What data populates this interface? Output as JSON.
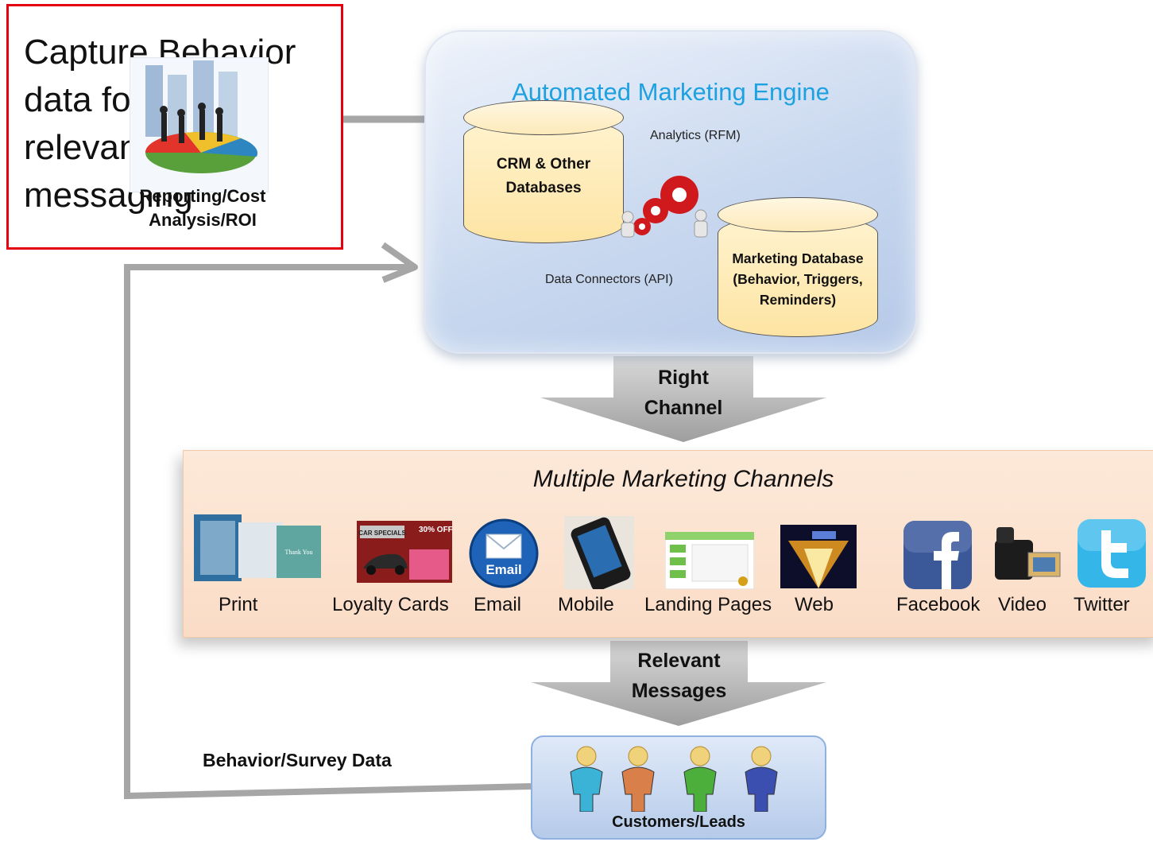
{
  "callout": {
    "text_lines": [
      "Capture Behavior",
      "data for",
      "relevant",
      "messaging"
    ],
    "report_label_line1": "Reporting/Cost",
    "report_label_line2": "Analysis/ROI"
  },
  "engine": {
    "title": "Automated Marketing Engine",
    "crm_db_line1": "CRM & Other",
    "crm_db_line2": "Databases",
    "marketing_db_line1": "Marketing Database",
    "marketing_db_line2": "(Behavior, Triggers,",
    "marketing_db_line3": "Reminders)",
    "analytics_label": "Analytics (RFM)",
    "connectors_label": "Data Connectors (API)"
  },
  "arrows": {
    "right_channel_line1": "Right",
    "right_channel_line2": "Channel",
    "relevant_messages_line1": "Relevant",
    "relevant_messages_line2": "Messages"
  },
  "channels": {
    "title": "Multiple Marketing Channels",
    "items": [
      {
        "label": "Print",
        "icon": "print-brochures-icon"
      },
      {
        "label": "Loyalty Cards",
        "icon": "loyalty-card-icon"
      },
      {
        "label": "Email",
        "icon": "email-icon"
      },
      {
        "label": "Mobile",
        "icon": "mobile-phone-icon"
      },
      {
        "label": "Landing Pages",
        "icon": "landing-page-icon"
      },
      {
        "label": "Web",
        "icon": "web-icon"
      },
      {
        "label": "Facebook",
        "icon": "facebook-icon"
      },
      {
        "label": "Video",
        "icon": "video-camera-icon"
      },
      {
        "label": "Twitter",
        "icon": "twitter-icon"
      }
    ],
    "loyalty_card_text": "CAR SPECIALS",
    "loyalty_card_offer": "30% OFF"
  },
  "customers": {
    "label": "Customers/Leads",
    "person_colors": [
      "#3bb3d6",
      "#d9804a",
      "#4caf3c",
      "#3a4fb0"
    ]
  },
  "feedback": {
    "label": "Behavior/Survey Data"
  },
  "colors": {
    "engine_title": "#1da1e1",
    "callout_border": "#e3000f",
    "connector_gray": "#a6a6a6",
    "connector_blue": "#4f81bd"
  }
}
